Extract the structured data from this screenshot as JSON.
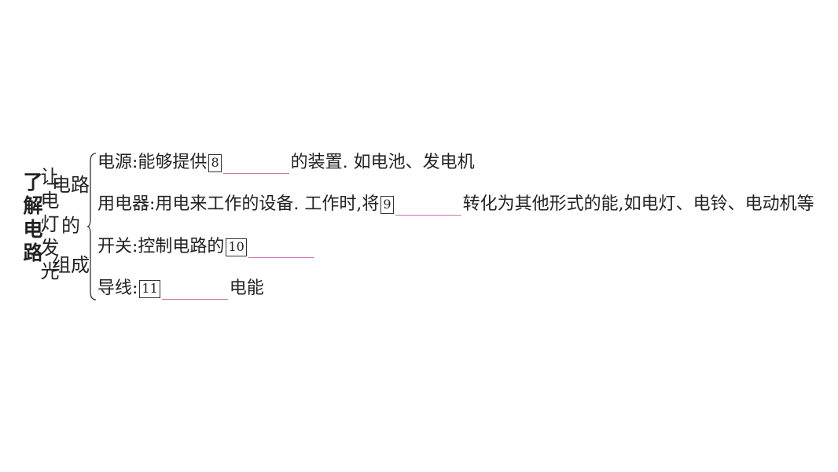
{
  "title_chars": "了解电路",
  "subtitle_chars": "让电灯发光",
  "topic": {
    "part1": "电路",
    "part2": "的",
    "part3": "组成"
  },
  "items": [
    {
      "label": "电源:",
      "before": "能够提供",
      "num": "8",
      "after": "的装置. 如电池、发电机"
    },
    {
      "label": "用电器:",
      "before": "用电来工作的设备. 工作时,将",
      "num": "9",
      "after": "转化为其他形式的能,如电灯、电铃、电动机等"
    },
    {
      "label": "开关:",
      "before": "控制电路的",
      "num": "10",
      "after": ""
    },
    {
      "label": "导线:",
      "before": "",
      "num": "11",
      "after": "电能"
    }
  ],
  "colors": {
    "blank_underline": "#d070b0"
  }
}
